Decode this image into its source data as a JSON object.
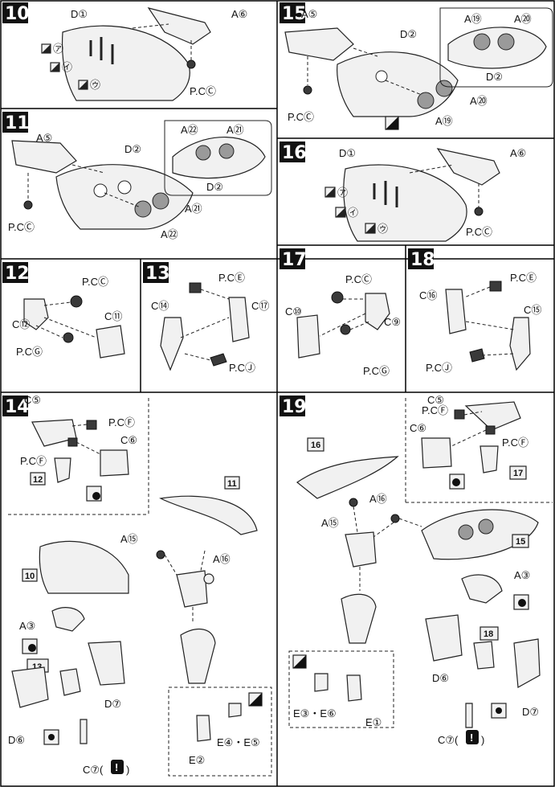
{
  "steps": [
    {
      "id": "10",
      "labels": {
        "d": "D①",
        "a": "A⑥",
        "pc": "P.CⒸ",
        "m1": "㋐",
        "m2": "㋑",
        "m3": "㋒"
      }
    },
    {
      "id": "11",
      "labels": {
        "a": "A⑤",
        "d": "D②",
        "inset_a1": "A㉒",
        "inset_a2": "A㉑",
        "inset_d": "D②",
        "pc": "P.CⒸ",
        "a_r": "A㉑",
        "a_b": "A㉒"
      }
    },
    {
      "id": "12",
      "labels": {
        "pc1": "P.CⒸ",
        "c1": "C⑪",
        "c2": "C⑫",
        "pc2": "P.CⒼ"
      }
    },
    {
      "id": "13",
      "labels": {
        "pc1": "P.CⒺ",
        "c1": "C⑭",
        "c2": "C⑰",
        "pc2": "P.CⒿ"
      }
    },
    {
      "id": "14",
      "labels": {
        "c5": "C⑤",
        "pcf1": "P.CⒻ",
        "c6": "C⑥",
        "pcf2": "P.CⒻ",
        "ref12": "12",
        "ref11": "11",
        "a15": "A⑮",
        "a16": "A⑯",
        "ref10": "10",
        "a3": "A③",
        "ref13": "13",
        "d7": "D⑦",
        "d6": "D⑥",
        "c7": "C⑦(",
        "c7close": ")",
        "e2": "E②",
        "e45": "E④・E⑤"
      }
    },
    {
      "id": "15",
      "labels": {
        "a": "A⑤",
        "d": "D②",
        "inset_a1": "A⑲",
        "inset_a2": "A⑳",
        "inset_d": "D②",
        "pc": "P.CⒸ",
        "a_r": "A⑳",
        "a_b": "A⑲"
      }
    },
    {
      "id": "16",
      "labels": {
        "d": "D①",
        "a": "A⑥",
        "pc": "P.CⒸ",
        "m1": "㋐",
        "m2": "㋑",
        "m3": "㋒"
      }
    },
    {
      "id": "17",
      "labels": {
        "pc1": "P.CⒸ",
        "c1": "C⑩",
        "c2": "C⑨",
        "pc2": "P.CⒼ"
      }
    },
    {
      "id": "18",
      "labels": {
        "pc1": "P.CⒺ",
        "c1": "C⑯",
        "c2": "C⑮",
        "pc2": "P.CⒿ"
      }
    },
    {
      "id": "19",
      "labels": {
        "c5": "C⑤",
        "pcf1": "P.CⒻ",
        "c6": "C⑥",
        "pcf2": "P.CⒻ",
        "ref16": "16",
        "a16": "A⑯",
        "a15": "A⑮",
        "ref17": "17",
        "ref15": "15",
        "a3": "A③",
        "ref18": "18",
        "d6": "D⑥",
        "d7": "D⑦",
        "c7": "C⑦(",
        "c7close": ")",
        "e36": "E③・E⑥",
        "e1": "E①"
      }
    }
  ],
  "warning_mark": "!"
}
